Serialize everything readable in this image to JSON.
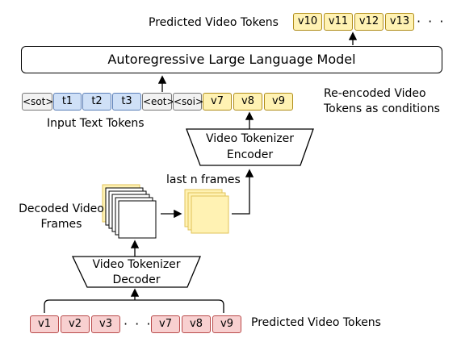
{
  "top": {
    "label": "Predicted Video Tokens",
    "tokens": [
      "v10",
      "v11",
      "v12",
      "v13"
    ],
    "ellipsis": "· · ·"
  },
  "llm": {
    "label": "Autoregressive Large Language Model"
  },
  "input_row": {
    "text_tokens": [
      "<sot>",
      "t1",
      "t2",
      "t3",
      "<eot>",
      "<soi>"
    ],
    "video_tokens": [
      "v7",
      "v8",
      "v9"
    ],
    "text_label": "Input Text Tokens",
    "reencoded_label_line1": "Re-encoded Video",
    "reencoded_label_line2": "Tokens as conditions"
  },
  "encoder": {
    "line1": "Video Tokenizer",
    "line2": "Encoder"
  },
  "last_frames": {
    "label": "last n frames"
  },
  "decoded_frames": {
    "line1": "Decoded Video",
    "line2": "Frames"
  },
  "decoder": {
    "line1": "Video Tokenizer",
    "line2": "Decoder"
  },
  "bottom": {
    "tokens_left": [
      "v1",
      "v2",
      "v3"
    ],
    "ellipsis": "· · ·",
    "tokens_right": [
      "v7",
      "v8",
      "v9"
    ],
    "label": "Predicted Video Tokens"
  },
  "colors": {
    "yellow_fill": "#fff2b3",
    "blue_fill": "#cfe0f7",
    "grey_fill": "#f2f2f2",
    "red_fill": "#f8d0d0",
    "frame_fill": "#fff2b3"
  }
}
